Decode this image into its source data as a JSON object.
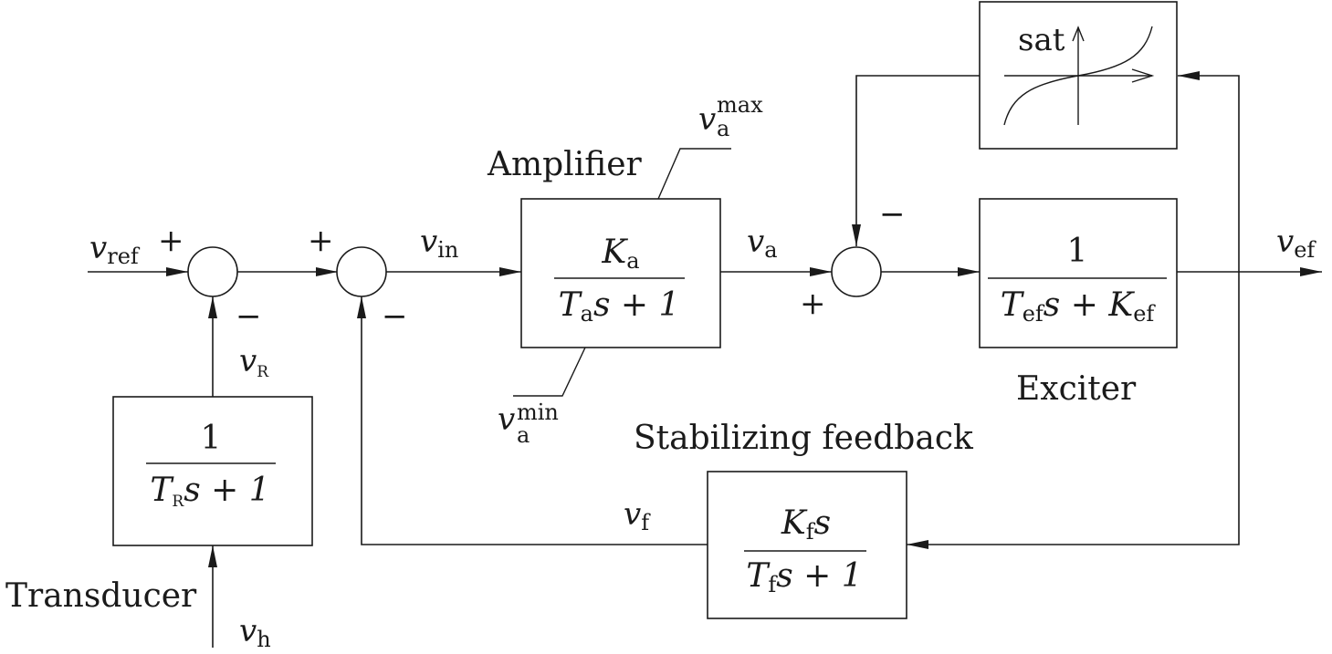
{
  "labels": {
    "amplifier": "Amplifier",
    "exciter": "Exciter",
    "stabilizing": "Stabilizing feedback",
    "transducer": "Transducer",
    "sat": "sat"
  },
  "signals": {
    "v": "v",
    "ref_sub": "ref",
    "in_sub": "in",
    "a_sub": "a",
    "ef_sub": "ef",
    "R_sub": "R",
    "f_sub": "f",
    "h_sub": "h",
    "max_sup": "max",
    "min_sup": "min"
  },
  "signs": {
    "plus": "+",
    "minus": "−"
  },
  "blocks": {
    "amplifier": {
      "num_K": "K",
      "num_sub": "a",
      "den_T": "T",
      "den_sub": "a",
      "den_rest": "s + 1"
    },
    "exciter": {
      "num": "1",
      "den_T": "T",
      "den_sub": "ef",
      "den_mid": "s + K",
      "den_sub2": "ef"
    },
    "transducer": {
      "num": "1",
      "den_T": "T",
      "den_sub": "R",
      "den_rest": "s + 1"
    },
    "feedback": {
      "num_K": "K",
      "num_sub": "f",
      "num_s": "s",
      "den_T": "T",
      "den_sub": "f",
      "den_rest": "s + 1"
    }
  }
}
